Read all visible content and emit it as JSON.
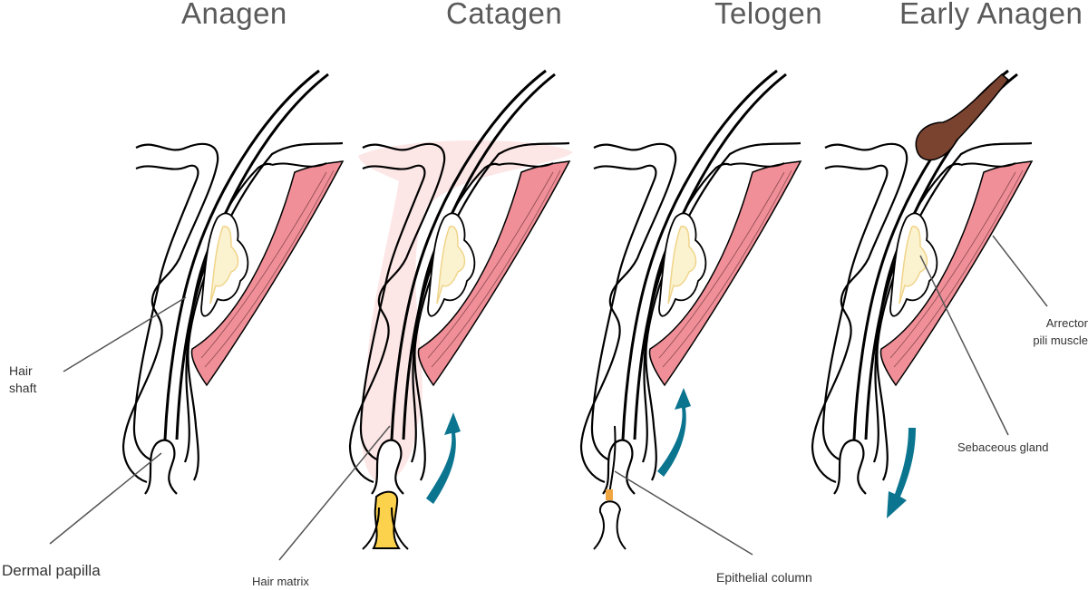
{
  "stages": [
    "Anagen",
    "Catagen",
    "Telogen",
    "Early Anagen"
  ],
  "labels": {
    "hair_shaft": [
      "Hair",
      "shaft"
    ],
    "dermal_papilla": "Dermal papilla",
    "hair_matrix": "Hair matrix",
    "epithelial_column": "Epithelial column",
    "arrector_pili": [
      "Arrector",
      "pili muscle"
    ],
    "sebaceous_gland": "Sebaceous gland"
  },
  "colors": {
    "muscle": "#f08f98",
    "gland": "#fbf3d0",
    "arrow": "#0b7590",
    "papilla_catagen": "#fcd24c",
    "club_hair": "#7a4330",
    "catagen_tint": "#fde6e6"
  }
}
